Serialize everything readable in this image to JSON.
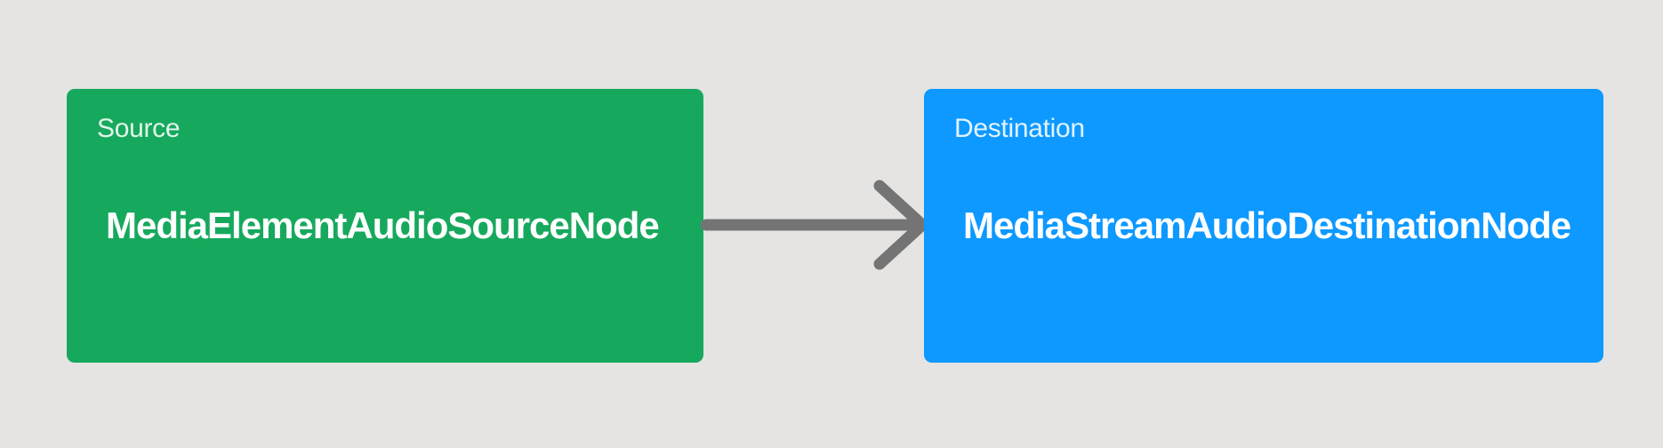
{
  "background_color": "#e5e4e3",
  "diagram": {
    "nodes": [
      {
        "id": "source",
        "label": "Source",
        "name": "MediaElementAudioSourceNode",
        "color": "#16a95d",
        "text_color": "#ffffff"
      },
      {
        "id": "destination",
        "label": "Destination",
        "name": "MediaStreamAudioDestinationNode",
        "color": "#0d99ff",
        "text_color": "#ffffff"
      }
    ],
    "connector": {
      "type": "arrow",
      "from": "source",
      "to": "destination",
      "direction": "right",
      "color": "#747474"
    }
  }
}
